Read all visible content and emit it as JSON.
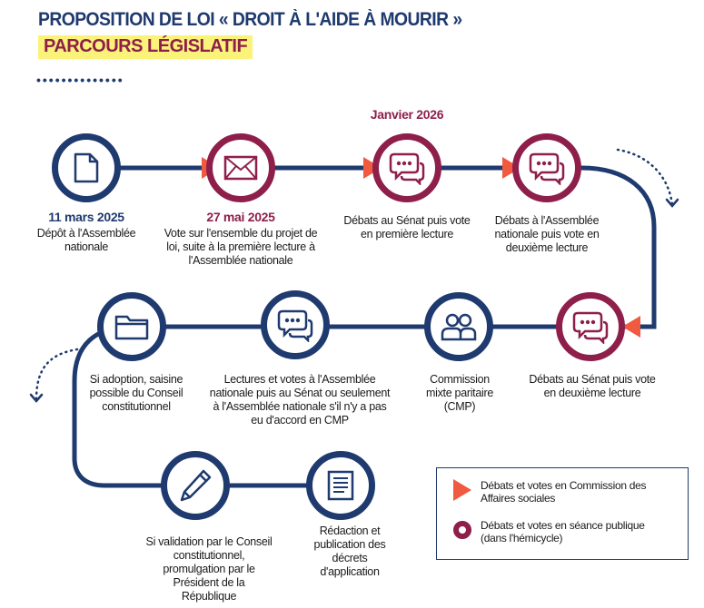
{
  "header": {
    "title": "PROPOSITION DE LOI « DROIT À L'AIDE À MOURIR »",
    "subtitle": "PARCOURS LÉGISLATIF",
    "dots": "••••••••••••••"
  },
  "colors": {
    "blue": "#1f3a6e",
    "crimson": "#8e1f4a",
    "orange": "#ef5a41",
    "highlight": "#fbf27a"
  },
  "steps": [
    {
      "date": "11 mars 2025",
      "text": "Dépôt à l'Assemblée nationale",
      "icon": "document-icon",
      "type": "blue"
    },
    {
      "date": "27 mai 2025",
      "text": "Vote sur l'ensemble du projet de loi, suite à la première lecture à l'Assemblée nationale",
      "icon": "envelope-icon",
      "type": "red"
    },
    {
      "date": "Janvier 2026",
      "text": "Débats au Sénat puis vote en première lecture",
      "icon": "chat-icon",
      "type": "red"
    },
    {
      "text": "Débats à l'Assemblée nationale puis vote en deuxième lecture",
      "icon": "chat-icon",
      "type": "red"
    },
    {
      "text": "Débats au Sénat puis vote en deuxième lecture",
      "icon": "chat-icon",
      "type": "red"
    },
    {
      "text": "Commission mixte paritaire (CMP)",
      "icon": "people-icon",
      "type": "blue"
    },
    {
      "text": "Lectures et votes à l'Assemblée nationale puis au Sénat ou seulement à l'Assemblée nationale s'il n'y a pas eu d'accord en CMP",
      "icon": "chat-icon",
      "type": "blue"
    },
    {
      "text": "Si adoption, saisine possible du Conseil constitutionnel",
      "icon": "folder-icon",
      "type": "blue"
    },
    {
      "text": "Si validation par le Conseil constitutionnel, promulgation par le Président de la République",
      "icon": "pen-icon",
      "type": "blue"
    },
    {
      "text": "Rédaction et publication des décrets d'application",
      "icon": "list-document-icon",
      "type": "blue"
    }
  ],
  "legend": {
    "commission": "Débats et votes en Commission des Affaires sociales",
    "seance": "Débats et votes en séance publique (dans l'hémicycle)"
  }
}
